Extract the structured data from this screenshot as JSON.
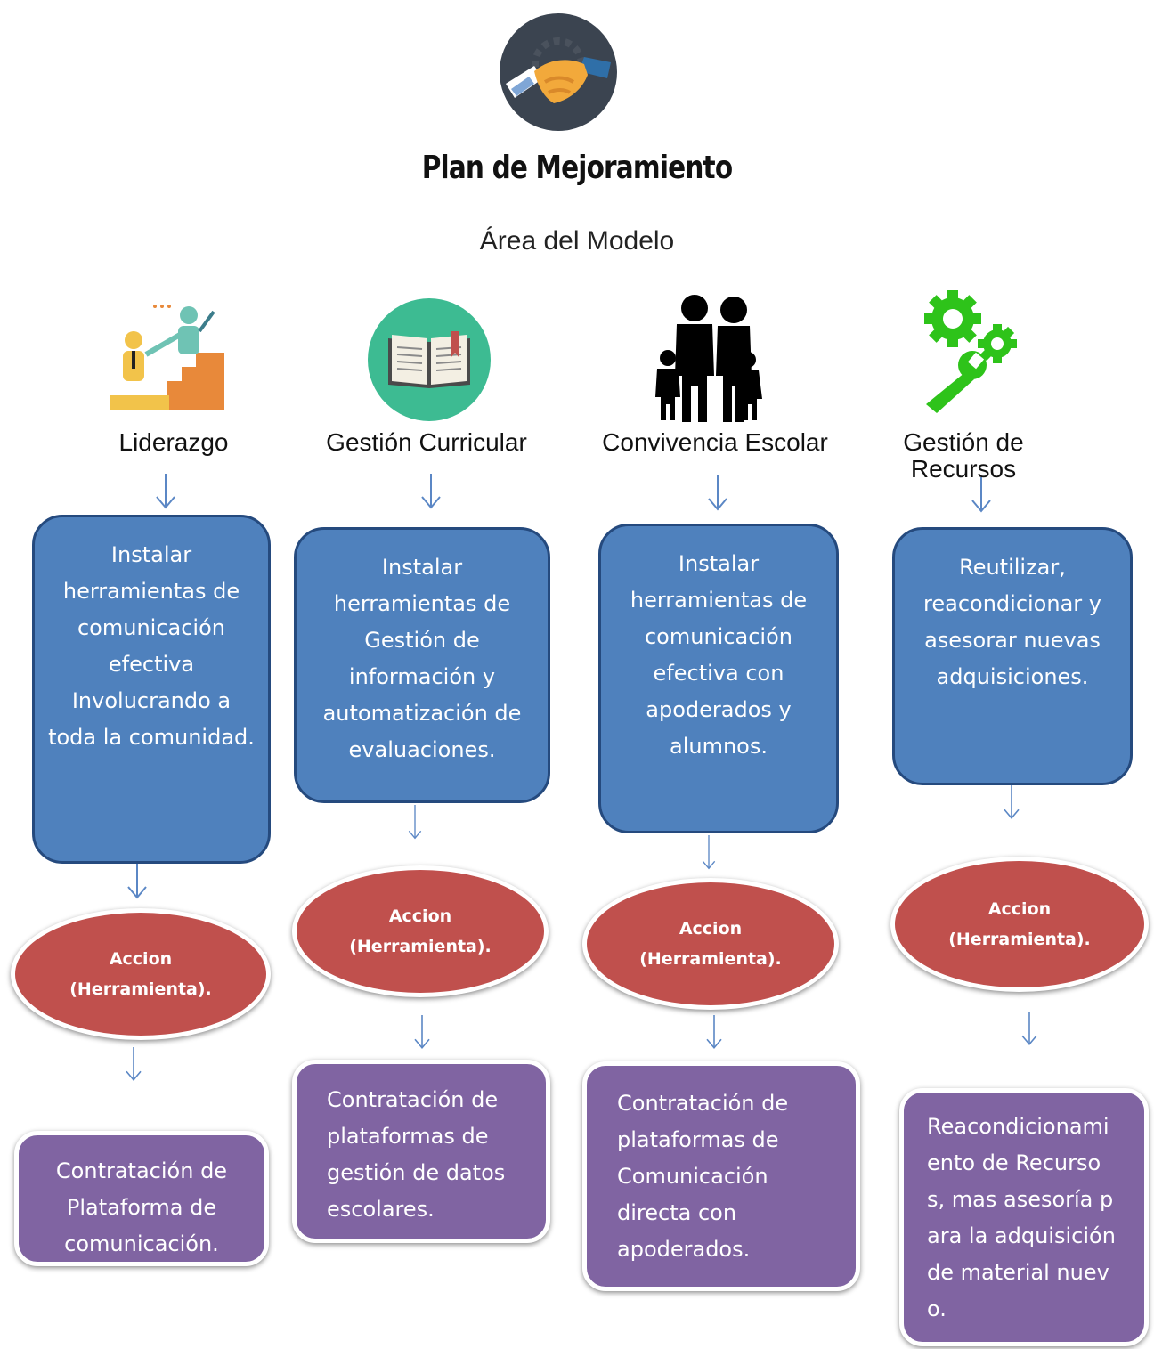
{
  "header": {
    "title": "Plan de Mejoramiento",
    "subtitle": "Área del Modelo",
    "logo_icon": "handshake-icon"
  },
  "colors": {
    "blue_box": "#4f81bd",
    "red_oval": "#c0504d",
    "purple_box": "#8064a2",
    "arrow": "#5b87c5"
  },
  "areas": [
    {
      "label": "Liderazgo",
      "icon": "leadership-stairs-icon",
      "objective": "Instalar herramientas de comunicación efectiva Involucrando a toda la comunidad.",
      "action": "Accion (Herramienta).",
      "result": "Contratación de Plataforma de comunicación."
    },
    {
      "label": "Gestión Curricular",
      "icon": "open-book-icon",
      "objective": "Instalar herramientas de Gestión de información y automatización de evaluaciones.",
      "action": "Accion (Herramienta).",
      "result": "Contratación de plataformas de gestión de datos escolares."
    },
    {
      "label": "Convivencia Escolar",
      "icon": "family-icon",
      "objective": "Instalar herramientas de comunicación efectiva con apoderados y alumnos.",
      "action": "Accion (Herramienta).",
      "result": "Contratación de plataformas de Comunicación directa con apoderados."
    },
    {
      "label": "Gestión de Recursos",
      "icon": "gears-wrench-icon",
      "objective": "Reutilizar, reacondicionar y asesorar nuevas adquisiciones.",
      "action": "Accion (Herramienta).",
      "result": "Reacondicionamiento de Recursos, mas asesoría para la adquisición de material nuevo."
    }
  ]
}
